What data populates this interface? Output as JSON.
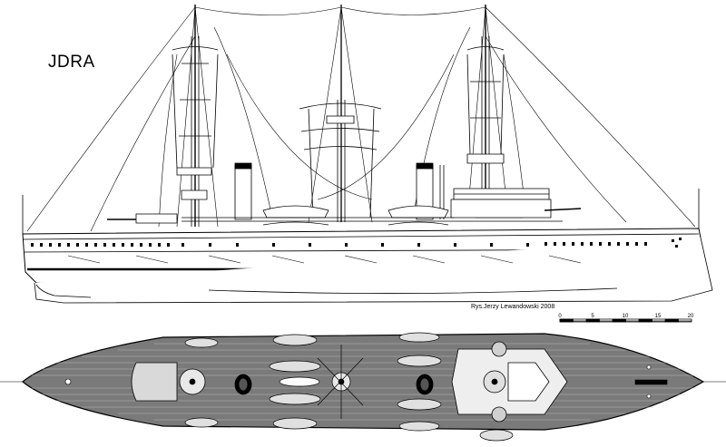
{
  "drawing": {
    "ship_name": "JDRA",
    "credit": "Rys.Jerzy Lewandowski 2008",
    "scale_bar": {
      "labels": [
        "0",
        "5",
        "10",
        "15",
        "20"
      ]
    }
  }
}
